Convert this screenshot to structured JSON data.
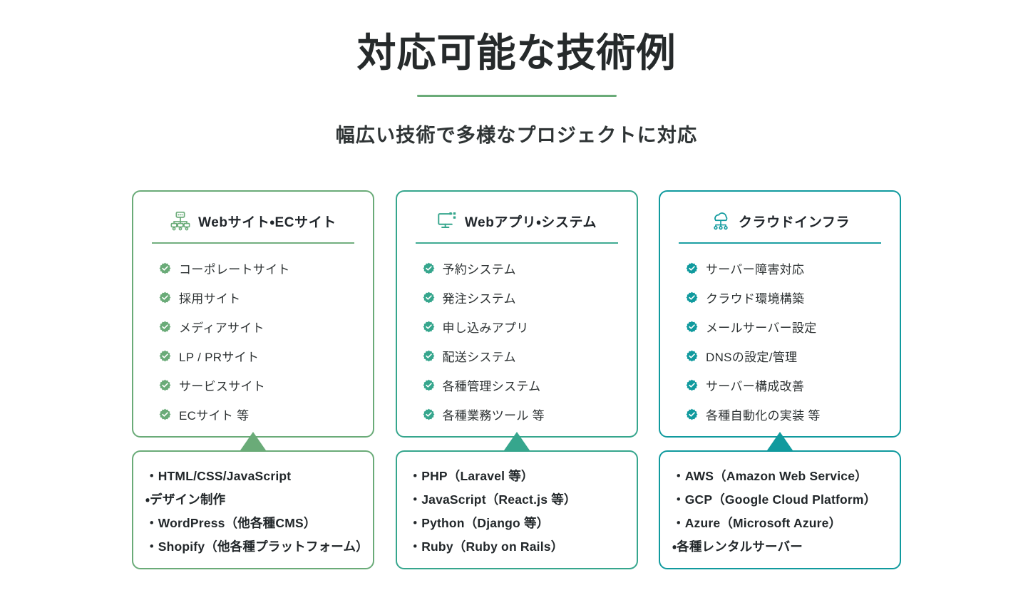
{
  "header": {
    "title": "対応可能な技術例",
    "subtitle": "幅広い技術で多様なプロジェクトに対応",
    "divider_color": "#6aab78"
  },
  "columns": [
    {
      "accent_color": "#6aab78",
      "icon_name": "sitemap-icon",
      "title": "Webサイト・ECサイト",
      "items": [
        "コーポレートサイト",
        "採用サイト",
        "メディアサイト",
        "LP / PRサイト",
        "サービスサイト",
        "ECサイト 等"
      ],
      "tech": [
        "・HTML/CSS/JavaScript",
        "・デザイン制作",
        "・WordPress（他各種CMS）",
        "・Shopify（他各種プラットフォーム）"
      ]
    },
    {
      "accent_color": "#36a68d",
      "icon_name": "monitor-icon",
      "title": "Webアプリ・システム",
      "items": [
        "予約システム",
        "発注システム",
        "申し込みアプリ",
        "配送システム",
        "各種管理システム",
        "各種業務ツール 等"
      ],
      "tech": [
        "・PHP（Laravel 等）",
        "・JavaScript（React.js 等）",
        "・Python（Django 等）",
        "・Ruby（Ruby on Rails）"
      ]
    },
    {
      "accent_color": "#109a9e",
      "icon_name": "cloud-network-icon",
      "title": "クラウドインフラ",
      "items": [
        "サーバー障害対応",
        "クラウド環境構築",
        "メールサーバー設定",
        "DNSの設定/管理",
        "サーバー構成改善",
        "各種自動化の実装 等"
      ],
      "tech": [
        "・AWS（Amazon Web Service）",
        "・GCP（Google Cloud Platform）",
        "・Azure（Microsoft Azure）",
        "・各種レンタルサーバー"
      ]
    }
  ]
}
